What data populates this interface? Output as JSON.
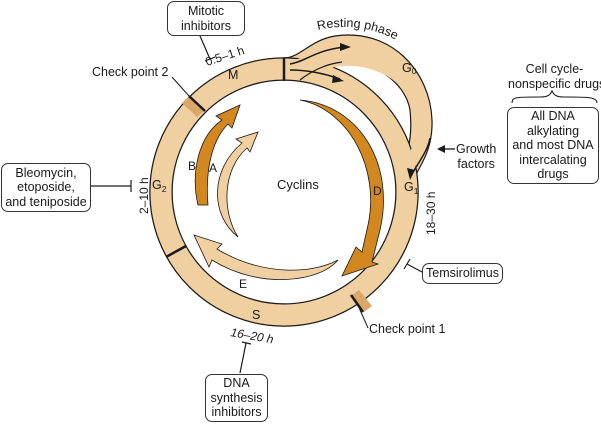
{
  "title": "Cell cycle and drug actions",
  "center_label": "Cyclins",
  "phases": {
    "M": {
      "label": "M",
      "duration": "0.5–1 h"
    },
    "G0": {
      "label": "G",
      "sub": "0",
      "name": "Resting phase"
    },
    "G1": {
      "label": "G",
      "sub": "1",
      "duration": "18–30 h"
    },
    "S": {
      "label": "S",
      "duration": "16–20 h"
    },
    "G2": {
      "label": "G",
      "sub": "2",
      "duration": "2–10 h"
    }
  },
  "checkpoints": {
    "cp1": "Check point 1",
    "cp2": "Check point 2"
  },
  "growth_factors": [
    "Growth",
    "factors"
  ],
  "cyclin_arrows": [
    "A",
    "B",
    "D",
    "E"
  ],
  "drug_boxes": {
    "mitotic": [
      "Mitotic",
      "inhibitors"
    ],
    "bleomycin": [
      "Bleomycin,",
      "etoposide,",
      "and teniposide"
    ],
    "dna_synthesis": [
      "DNA",
      "synthesis",
      "inhibitors"
    ],
    "temsirolimus": [
      "Temsirolimus"
    ],
    "nonspecific_header": [
      "Cell cycle-",
      "nonspecific drugs"
    ],
    "nonspecific": [
      "All DNA",
      "alkylating",
      "and most DNA",
      "intercalating",
      "drugs"
    ]
  },
  "colors": {
    "ring": "#f0cfa0",
    "ring_stroke": "#1a1a1a",
    "checkpoint": "#d9a868",
    "cyclin_dark": "#d2871f",
    "cyclin_light": "#f0cfa0"
  }
}
